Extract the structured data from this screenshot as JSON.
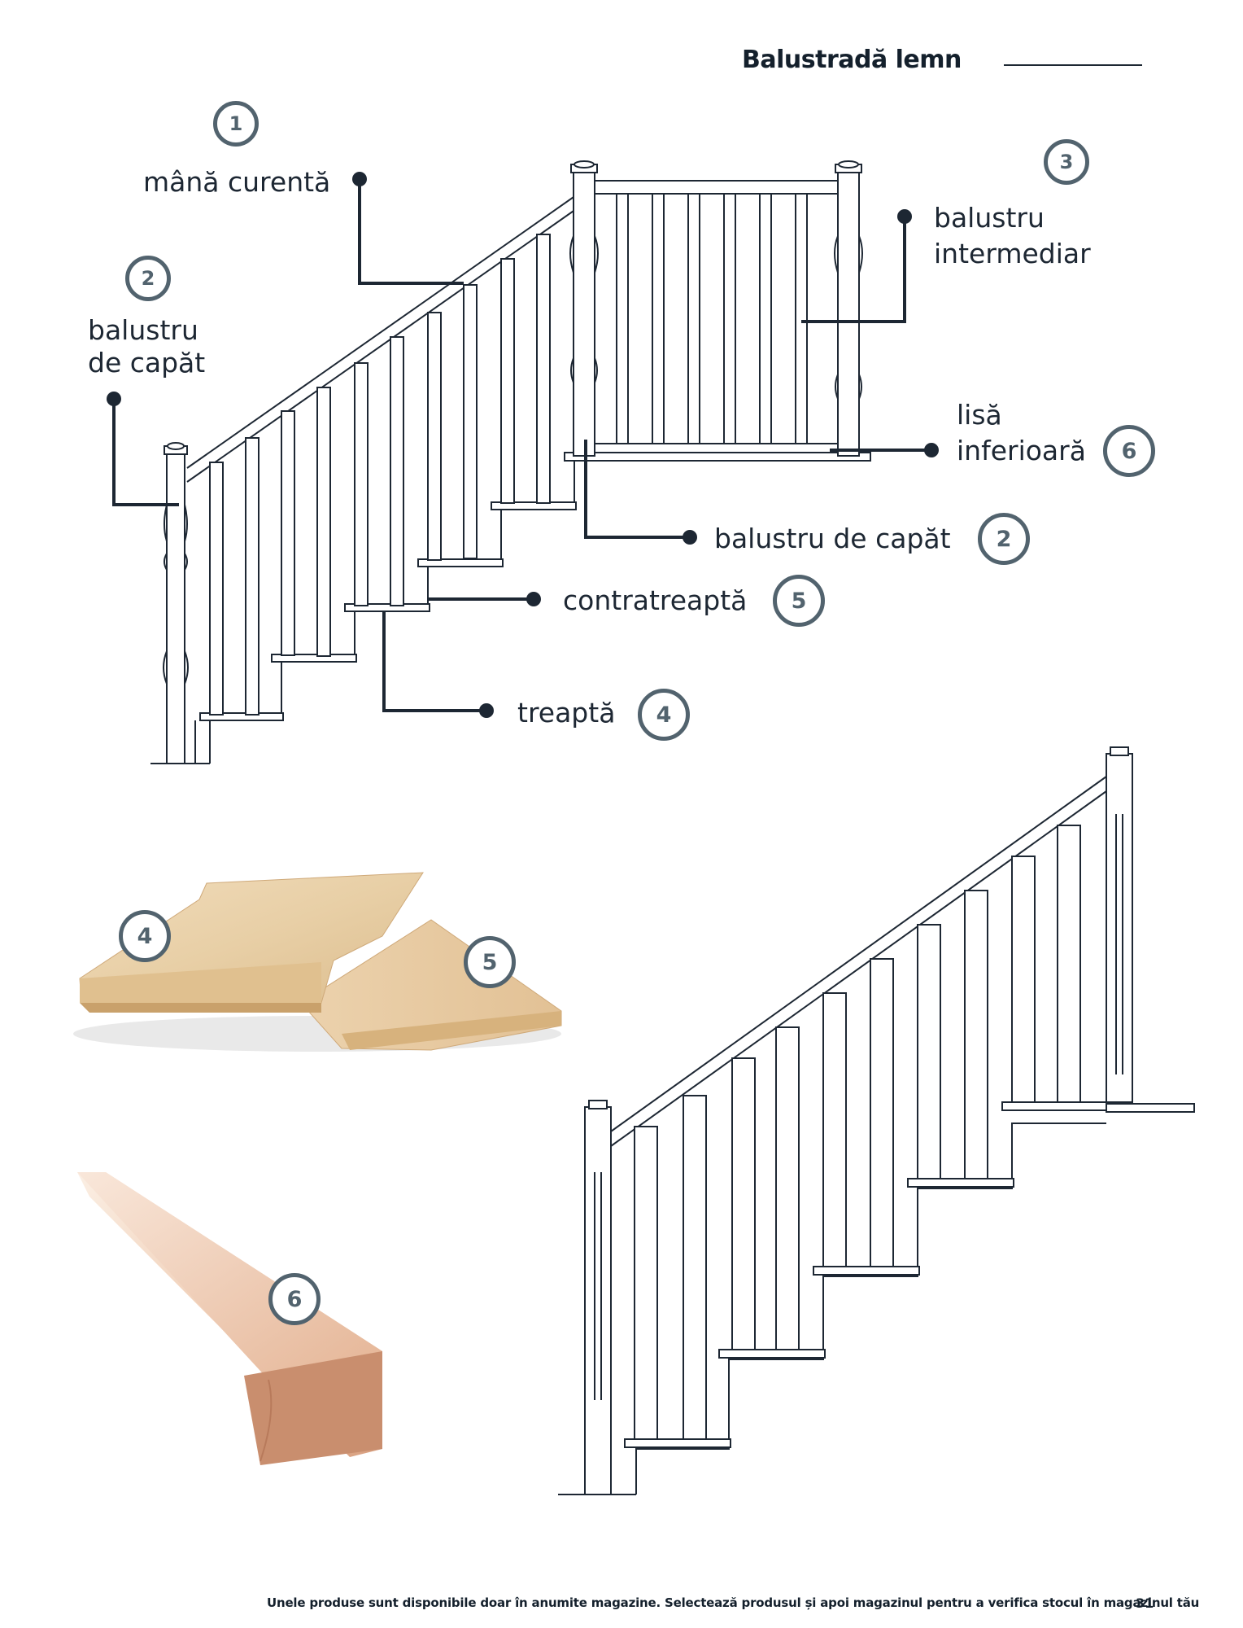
{
  "header": {
    "title": "Balustradă lemn"
  },
  "diagram": {
    "labels": {
      "mana_curenta": "mână curentă",
      "balustru_de_capat_left_1": "balustru",
      "balustru_de_capat_left_2": "de capăt",
      "balustru_intermediar_1": "balustru",
      "balustru_intermediar_2": "intermediar",
      "lisa_inferioara_1": "lisă",
      "lisa_inferioara_2": "inferioară",
      "balustru_de_capat_right": "balustru de capăt",
      "contratreapta": "contratreaptă",
      "treapta": "treaptă"
    },
    "badges": {
      "b1": "1",
      "b2a": "2",
      "b3": "3",
      "b6a": "6",
      "b2b": "2",
      "b5a": "5",
      "b4a": "4",
      "b4b": "4",
      "b5b": "5",
      "b6b": "6"
    }
  },
  "footer": {
    "note": "Unele produse sunt disponibile doar în anumite magazine. Selectează produsul și apoi magazinul pentru a verifica stocul în magazinul tău",
    "page": "31"
  }
}
